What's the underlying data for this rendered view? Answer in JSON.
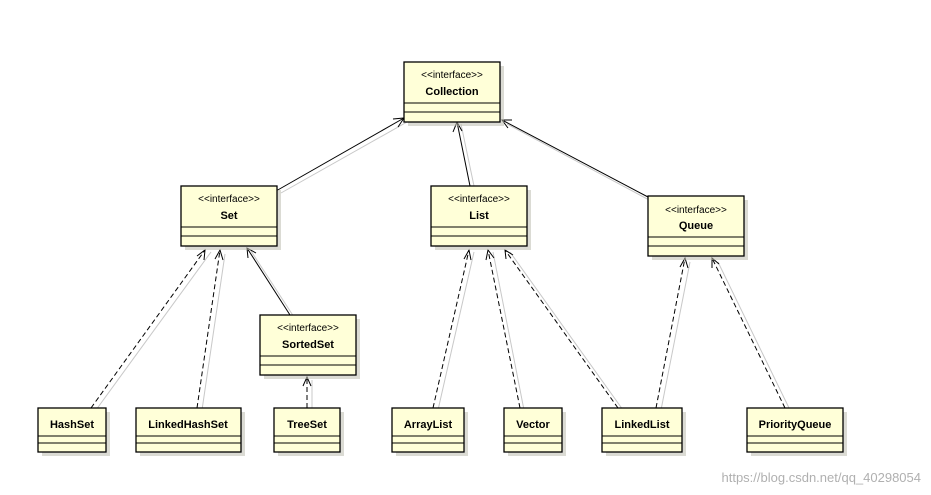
{
  "diagram": {
    "nodes": {
      "collection": {
        "stereotype": "<<interface>>",
        "name": "Collection"
      },
      "set": {
        "stereotype": "<<interface>>",
        "name": "Set"
      },
      "list": {
        "stereotype": "<<interface>>",
        "name": "List"
      },
      "queue": {
        "stereotype": "<<interface>>",
        "name": "Queue"
      },
      "sortedset": {
        "stereotype": "<<interface>>",
        "name": "SortedSet"
      },
      "hashset": {
        "name": "HashSet"
      },
      "linkedhashset": {
        "name": "LinkedHashSet"
      },
      "treeset": {
        "name": "TreeSet"
      },
      "arraylist": {
        "name": "ArrayList"
      },
      "vector": {
        "name": "Vector"
      },
      "linkedlist": {
        "name": "LinkedList"
      },
      "priorityqueue": {
        "name": "PriorityQueue"
      }
    },
    "relations": [
      {
        "from": "Set",
        "to": "Collection",
        "kind": "generalization"
      },
      {
        "from": "List",
        "to": "Collection",
        "kind": "generalization"
      },
      {
        "from": "Queue",
        "to": "Collection",
        "kind": "generalization"
      },
      {
        "from": "SortedSet",
        "to": "Set",
        "kind": "generalization"
      },
      {
        "from": "HashSet",
        "to": "Set",
        "kind": "realization"
      },
      {
        "from": "LinkedHashSet",
        "to": "Set",
        "kind": "realization"
      },
      {
        "from": "TreeSet",
        "to": "SortedSet",
        "kind": "realization"
      },
      {
        "from": "ArrayList",
        "to": "List",
        "kind": "realization"
      },
      {
        "from": "Vector",
        "to": "List",
        "kind": "realization"
      },
      {
        "from": "LinkedList",
        "to": "List",
        "kind": "realization"
      },
      {
        "from": "LinkedList",
        "to": "Queue",
        "kind": "realization"
      },
      {
        "from": "PriorityQueue",
        "to": "Queue",
        "kind": "realization"
      }
    ]
  },
  "watermark": "https://blog.csdn.net/qq_40298054"
}
